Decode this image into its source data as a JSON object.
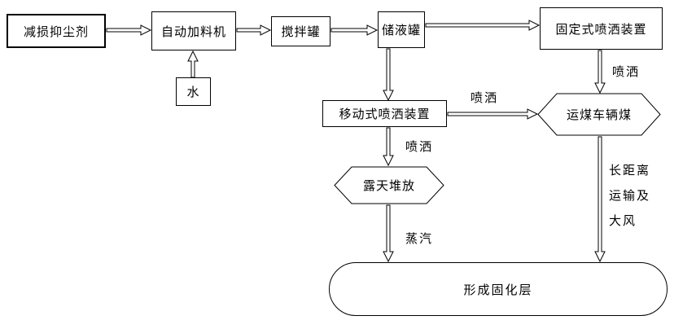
{
  "diagram": {
    "nodes": {
      "suppressant": {
        "label": "减损抑尘剂"
      },
      "feeder": {
        "label": "自动加料机"
      },
      "water": {
        "label": "水"
      },
      "mixer": {
        "label": "搅拌罐"
      },
      "tank": {
        "label": "储液罐"
      },
      "fixed_spray": {
        "label": "固定式喷洒装置"
      },
      "mobile_spray": {
        "label": "移动式喷洒装置"
      },
      "coal_truck": {
        "label": "运煤车辆煤"
      },
      "open_stack": {
        "label": "露天堆放"
      },
      "solidified": {
        "label": "形成固化层"
      }
    },
    "edge_labels": {
      "spray_fixed": "喷洒",
      "spray_mobile_right": "喷洒",
      "spray_mobile_down": "喷洒",
      "steam": "蒸汽",
      "long_distance_1": "长距离",
      "long_distance_2": "运输及",
      "long_distance_3": "大风"
    },
    "colors": {
      "stroke": "#000000",
      "background": "#ffffff"
    }
  }
}
